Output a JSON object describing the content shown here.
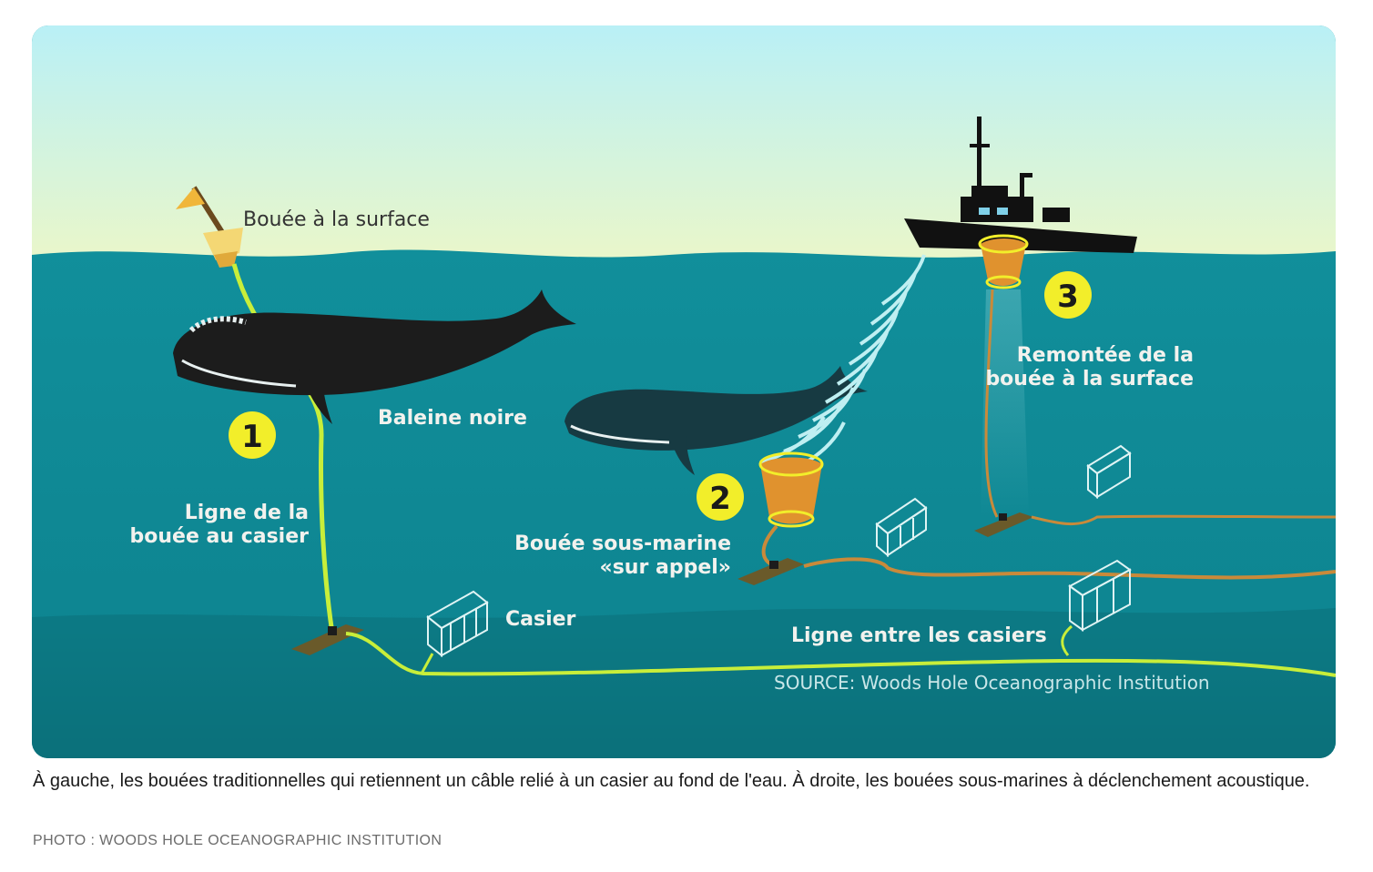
{
  "labels": {
    "buoy_surface": "Bouée à la surface",
    "whale": "Baleine noire",
    "line_buoy_1": "Ligne de la",
    "line_buoy_2": "bouée au casier",
    "trap": "Casier",
    "subsea_buoy_1": "Bouée sous-marine",
    "subsea_buoy_2": "«sur appel»",
    "resurface_1": "Remontée de la",
    "resurface_2": "bouée à la surface",
    "line_between": "Ligne entre les casiers",
    "source": "SOURCE: Woods Hole Oceanographic Institution"
  },
  "steps": [
    "1",
    "2",
    "3"
  ],
  "caption": "À gauche, les bouées traditionnelles qui retiennent un câble relié à un casier au fond de l'eau. À droite, les bouées sous-marines à déclenchement acoustique.",
  "credit": "PHOTO : WOODS HOLE OCEANOGRAPHIC INSTITUTION",
  "colors": {
    "sky_top": "#b9f0f6",
    "sky_bottom": "#eef7c6",
    "sea": "#0f8a96",
    "rope_green": "#c8ee3a",
    "rope_orange": "#c98a3a",
    "step_badge": "#f2ee2a",
    "whale": "#1c1c1c"
  }
}
